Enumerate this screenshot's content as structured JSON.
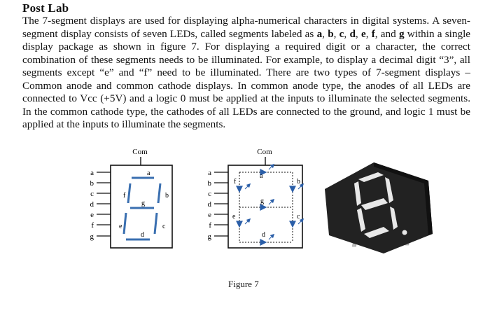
{
  "heading": "Post Lab",
  "paragraph": {
    "p1": "The 7-segment displays are used for displaying alpha-numerical characters in digital systems. A seven-segment display consists of seven LEDs, called segments labeled as ",
    "seg_a": "a",
    "sep1": ", ",
    "seg_b": "b",
    "sep2": ", ",
    "seg_c": "c",
    "sep3": ", ",
    "seg_d": "d",
    "sep4": ", ",
    "seg_e": "e",
    "sep5": ", ",
    "seg_f": "f",
    "sep6": ", and ",
    "seg_g": "g",
    "p2": " within a single display package as shown in figure 7. For displaying a required digit or a character, the correct combination of these segments needs to be illuminated. For example, to display a decimal digit “3”, all segments except “e” and “f” need to be illuminated. There are two types of 7-segment displays – Common anode and common cathode displays. In common anode type, the anodes of all LEDs are connected to Vcc (+5V) and a logic 0 must be applied at the inputs to illuminate the selected segments. In the common cathode type, the cathodes of all LEDs are connected to the ground, and logic 1 must be applied at the inputs to illuminate the segments."
  },
  "figure": {
    "common_label_left": "Com",
    "common_label_right": "Com",
    "pin_labels": [
      "a",
      "b",
      "c",
      "d",
      "e",
      "f",
      "g"
    ],
    "segment_labels": {
      "a": "a",
      "b": "b",
      "c": "c",
      "d": "d",
      "e": "e",
      "f": "f",
      "g": "g"
    },
    "caption": "Figure 7",
    "segment_color": "#3a6fb0",
    "device_body_color": "#222222",
    "device_pin_color": "#bfbfbf"
  }
}
